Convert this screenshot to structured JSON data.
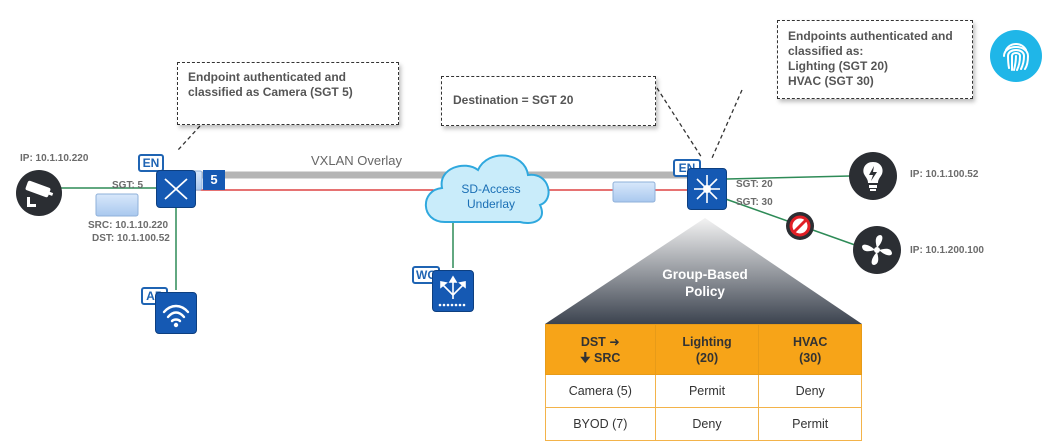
{
  "callouts": {
    "camera": "Endpoint authenticated and classified as Camera (SGT 5)",
    "destination": "Destination = SGT 20",
    "endpoints_title": "Endpoints authenticated and classified as:",
    "endpoints_line1": "Lighting (SGT 20)",
    "endpoints_line2": "HVAC (SGT 30)"
  },
  "overlay_label": "VXLAN Overlay",
  "cloud": {
    "line1": "SD-Access",
    "line2": "Underlay"
  },
  "nodes": {
    "left_en": "EN",
    "right_en": "EN",
    "ap": "AP",
    "wc": "WC",
    "sgt_badge": "5"
  },
  "labels": {
    "camera_ip": "IP: 10.1.10.220",
    "camera_sgt": "SGT: 5",
    "src": "SRC: 10.1.10.220",
    "dst": "DST: 10.1.100.52",
    "lighting_sgt": "SGT: 20",
    "hvac_sgt": "SGT: 30",
    "lighting_ip": "IP: 10.1.100.52",
    "hvac_ip": "IP: 10.1.200.100"
  },
  "policy": {
    "title_line1": "Group-Based",
    "title_line2": "Policy",
    "header": {
      "corner_dst": "DST",
      "corner_src": "SRC",
      "col1_line1": "Lighting",
      "col1_line2": "(20)",
      "col2_line1": "HVAC",
      "col2_line2": "(30)"
    },
    "rows": [
      {
        "src": "Camera (5)",
        "lighting": "Permit",
        "hvac": "Deny"
      },
      {
        "src": "BYOD (7)",
        "lighting": "Deny",
        "hvac": "Permit"
      }
    ]
  },
  "colors": {
    "accent_blue": "#1559b3",
    "table_header": "#f7a418",
    "overlay_gray": "#b5b5b5",
    "underlay_red": "#d81e1e",
    "fingerprint": "#1fb6e8"
  }
}
